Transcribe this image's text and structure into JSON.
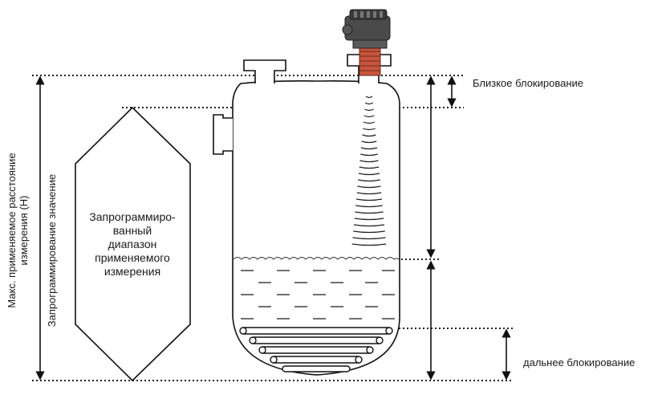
{
  "labels": {
    "near_block": "Близкое блокирование",
    "far_block": "дальнее блокирование",
    "programmed_range": [
      "Запрограммиро-",
      "ванный",
      "диапазон",
      "применяемого",
      "измерения"
    ],
    "max_distance": [
      "Макс. применяемое расстояние",
      "измерения (H)"
    ],
    "programmed_value": "Запрограммирование значение"
  },
  "colors": {
    "line": "#1a1a1a",
    "dotted": "#222222",
    "sensor_head": "#4a4a4a",
    "sensor_thread": "#c8553d",
    "liquid_wave": "#333333"
  },
  "icons": {
    "sensor": "ultrasonic-level-sensor-icon",
    "tank": "pressure-vessel-icon"
  }
}
